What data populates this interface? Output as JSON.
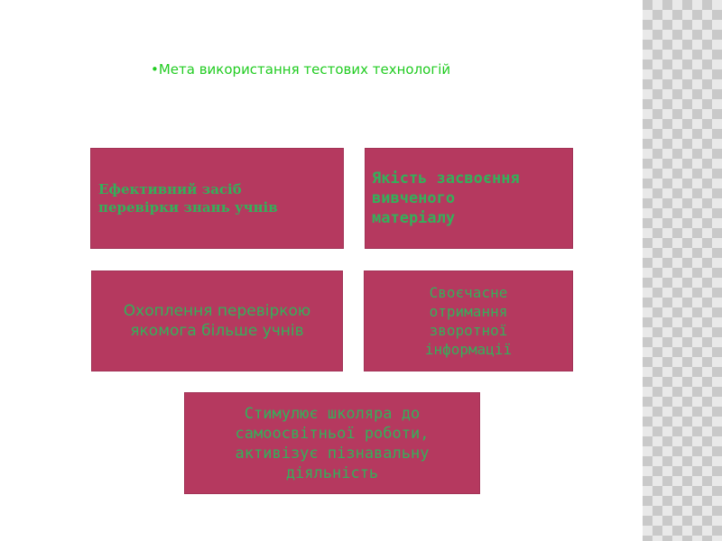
{
  "subtitle": "•Мета використання тестових технологій",
  "boxes": [
    {
      "line1": "Ефективний засіб",
      "line2": "перевірки знань учнів"
    },
    {
      "line1": "Якість засвоєння",
      "line2": "вивченого",
      "line3": "матеріалу"
    },
    {
      "line1": "Охоплення перевіркою",
      "line2": "якомога більше учнів"
    },
    {
      "line1": "Своєчасне",
      "line2": "отримання",
      "line3": "зворотної",
      "line4": "інформації"
    },
    {
      "line1": "Стимулює школяра до",
      "line2": "самоосвітньої роботи,",
      "line3": "активізує пізнавальну",
      "line4": "діяльність"
    }
  ],
  "colors": {
    "box_fill": "#b5395f",
    "box_text": "#34b05a",
    "subtitle_text": "#22cc22",
    "side_pattern_light": "#e9e9e9",
    "side_pattern_dark": "#c9c9c9"
  }
}
